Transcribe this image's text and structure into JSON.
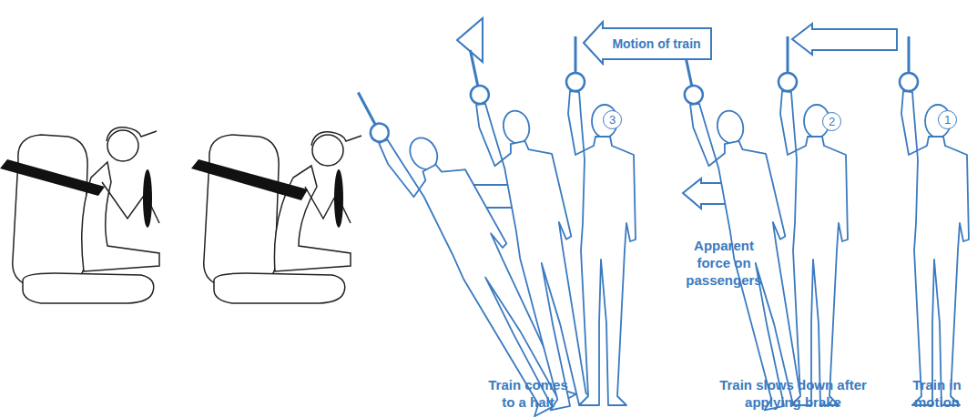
{
  "diagram": {
    "nodes": [
      {
        "text": [
          "Motion of train"
        ]
      }
    ],
    "labels": [
      "3",
      "2",
      "1",
      "Apparent force on passengers",
      "Train comes to a halt",
      "Train slows down after applying brake",
      "Train in motion"
    ]
  }
}
